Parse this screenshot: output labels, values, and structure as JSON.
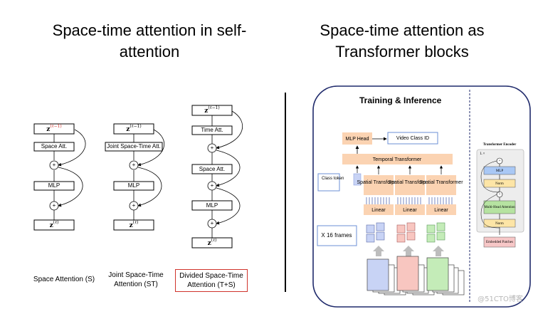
{
  "titles": {
    "left": "Space-time attention in self-attention",
    "right": "Space-time attention as Transformer blocks"
  },
  "left_diagrams": {
    "space": {
      "input": "z",
      "input_sup": "(ℓ−1)",
      "att": "Space Att.",
      "mlp": "MLP",
      "output": "z",
      "output_sup": "(ℓ)",
      "caption": "Space Attention (S)"
    },
    "joint": {
      "input": "z",
      "input_sup": "(ℓ−1)",
      "att": "Joint Space-Time Att.",
      "mlp": "MLP",
      "output": "z",
      "output_sup": "(ℓ)",
      "caption": "Joint Space-Time Attention (ST)"
    },
    "divided": {
      "input": "z",
      "input_sup": "(ℓ−1)",
      "time_att": "Time Att.",
      "space_att": "Space Att.",
      "mlp": "MLP",
      "output": "z",
      "output_sup": "(ℓ)",
      "caption": "Divided Space-Time Attention (T+S)"
    }
  },
  "right_panel": {
    "heading": "Training & Inference",
    "mlp_head": "MLP Head",
    "video_class": "Video Class ID",
    "temporal_transformer": "Temporal Transformer",
    "class_token": "Class token",
    "spatial_transformer": "Spatial Transformer",
    "linear": "Linear",
    "frames": "X 16 frames",
    "encoder": {
      "title": "Transformer Encoder",
      "lx": "L ×",
      "mlp": "MLP",
      "norm": "Norm",
      "mha": "Multi-Head Attention",
      "norm2": "Norm",
      "embedded": "Embedded Patches"
    }
  },
  "watermark": "@51CTO博客",
  "colors": {
    "orange_box": "#fbd3b2",
    "caption_border": "#d0342c",
    "panel_border": "#1f2a6b",
    "mlp_blue": "#a9c8f5",
    "attention_green": "#b6e3a1",
    "norm_yellow": "#fde5a6",
    "embedded_pink": "#f7c7c7",
    "frame_blue": "#c8d3f5",
    "frame_red": "#f8c6c0",
    "frame_green": "#c4ecb8"
  }
}
